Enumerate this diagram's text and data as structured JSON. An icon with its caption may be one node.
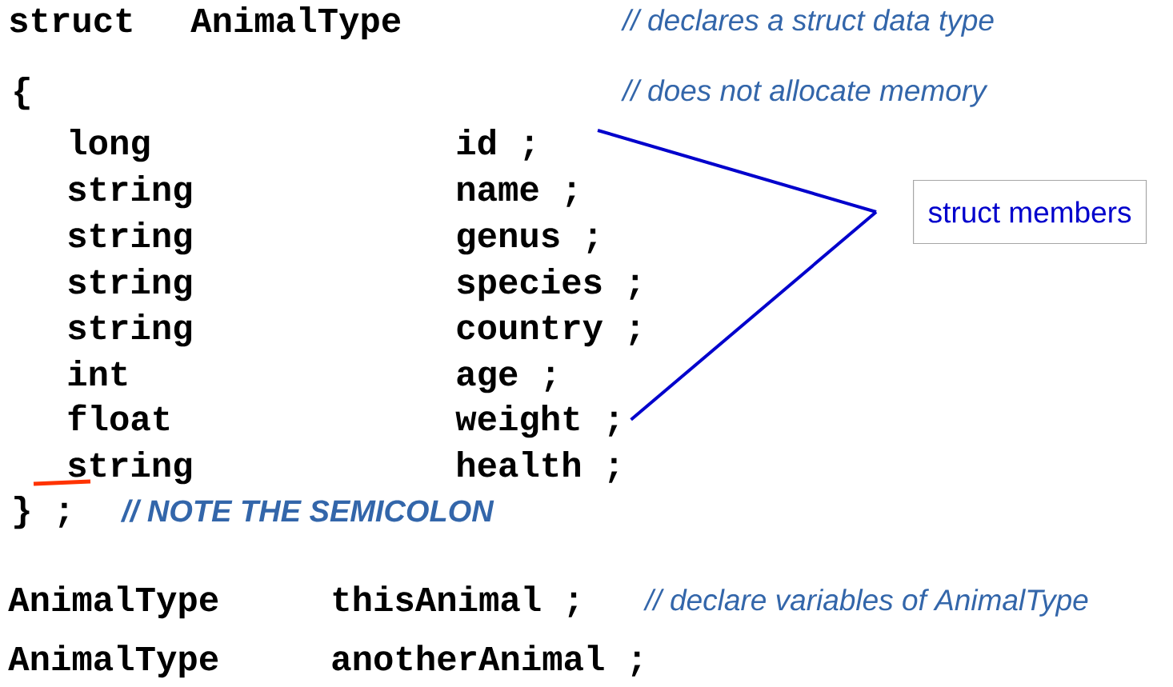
{
  "diagram": {
    "nodes": [
      {
        "text": [
          "id ;"
        ]
      },
      {
        "text": [
          "struct members"
        ]
      },
      {
        "text": [
          "weight ;"
        ]
      }
    ],
    "edges": [
      {
        "from": 1,
        "to": 0,
        "arrow": "none"
      },
      {
        "from": 1,
        "to": 2,
        "arrow": "none"
      }
    ],
    "labels": [
      "struct",
      "AnimalType",
      "// declares a  struct data type",
      "{",
      "// does not allocate memory",
      "long",
      "string",
      "name ;",
      "string",
      "genus ;",
      "string",
      "species ;",
      "string",
      "country ;",
      "int",
      "age ;",
      "float",
      "string",
      "health ;",
      "} ;",
      "// NOTE THE SEMICOLON",
      "AnimalType",
      "thisAnimal ;",
      "// declare  variables of AnimalType",
      "AnimalType",
      "anotherAnimal ;"
    ]
  }
}
